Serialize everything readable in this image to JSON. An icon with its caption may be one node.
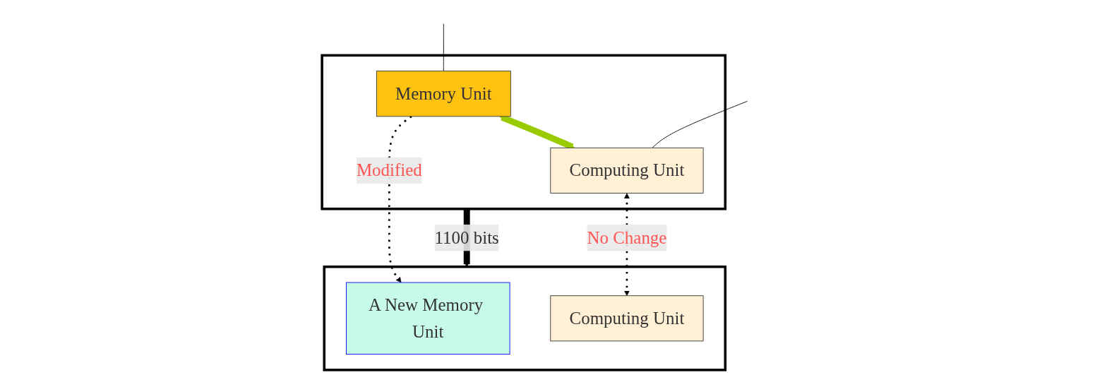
{
  "diagram": {
    "nodes": [
      {
        "text": [],
        "shape": "box"
      },
      {
        "text": [
          "Memory Unit"
        ],
        "in": 0
      },
      {
        "text": [
          "Computing Unit"
        ],
        "in": 0
      },
      {
        "text": [],
        "shape": "box"
      },
      {
        "text": [
          "A New Memory Unit"
        ],
        "in": 3
      },
      {
        "text": [
          "Computing Unit"
        ],
        "in": 3
      }
    ],
    "edges": [
      {
        "from": 1,
        "to": 2,
        "arrow": "both",
        "style": "thick",
        "color": "#99cc00"
      },
      {
        "from": 0,
        "to": 3,
        "arrow": "to",
        "label": "1100 bits",
        "style": "thick"
      },
      {
        "from": 1,
        "to": 4,
        "arrow": "to",
        "label": "Modified",
        "style": "dashed"
      },
      {
        "from": 2,
        "to": 5,
        "arrow": "both",
        "label": "No Change",
        "style": "dashed"
      },
      {
        "from": null,
        "to": 1,
        "arrow": "none"
      },
      {
        "from": null,
        "to": 2,
        "arrow": "none"
      }
    ]
  }
}
